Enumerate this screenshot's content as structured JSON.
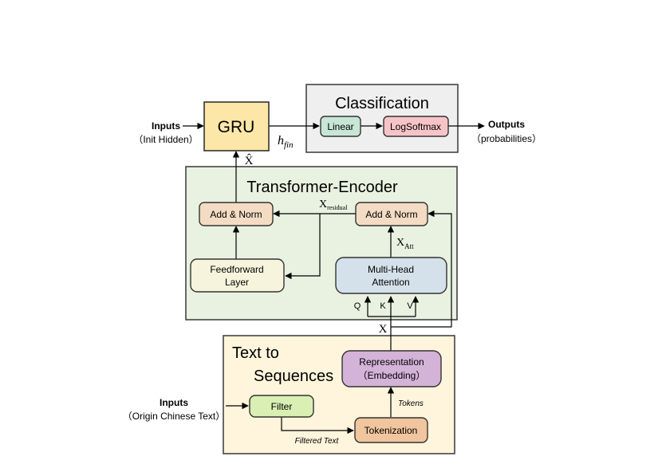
{
  "colors": {
    "classification_bg": "#efefef",
    "encoder_bg": "#e9f2e1",
    "text_seq_bg": "#fef5dc",
    "gru_fill": "#fce7a8",
    "linear_fill": "#c7e6d6",
    "logsoftmax_fill": "#f6c4c7",
    "addnorm_fill": "#f3dcc3",
    "feedforward_fill": "#f6f4dc",
    "mha_fill": "#d5e1ea",
    "representation_fill": "#d4b3d8",
    "filter_fill": "#d9efb3",
    "tokenization_fill": "#f1c59e"
  },
  "top": {
    "inputs_label": "Inputs",
    "inputs_sublabel": "（Init Hidden）",
    "gru_label": "GRU",
    "h_fin_symbol": "h",
    "h_fin_subscript": "fin",
    "classification_title": "Classification",
    "linear_label": "Linear",
    "logsoftmax_label": "LogSoftmax",
    "outputs_label": "Outputs",
    "outputs_sublabel": "（probabilities）",
    "x_hat_symbol": "X̂"
  },
  "encoder": {
    "title": "Transformer-Encoder",
    "add_norm_left": "Add & Norm",
    "add_norm_right": "Add & Norm",
    "x_residual_symbol": "X",
    "x_residual_subscript": "residual",
    "x_att_symbol": "X",
    "x_att_subscript": "Att",
    "feedforward_line1": "Feedforward",
    "feedforward_line2": "Layer",
    "mha_line1": "Multi-Head",
    "mha_line2": "Attention",
    "q_label": "Q",
    "k_label": "K",
    "v_label": "V",
    "x_label": "X"
  },
  "text_to_seq": {
    "title_line1": "Text to",
    "title_line2": "Sequences",
    "representation_line1": "Representation",
    "representation_line2": "（Embedding）",
    "tokens_label": "Tokens",
    "inputs_label": "Inputs",
    "inputs_sublabel": "（Origin Chinese Text）",
    "filter_label": "Filter",
    "filtered_text_label": "Filtered Text",
    "tokenization_label": "Tokenization"
  }
}
